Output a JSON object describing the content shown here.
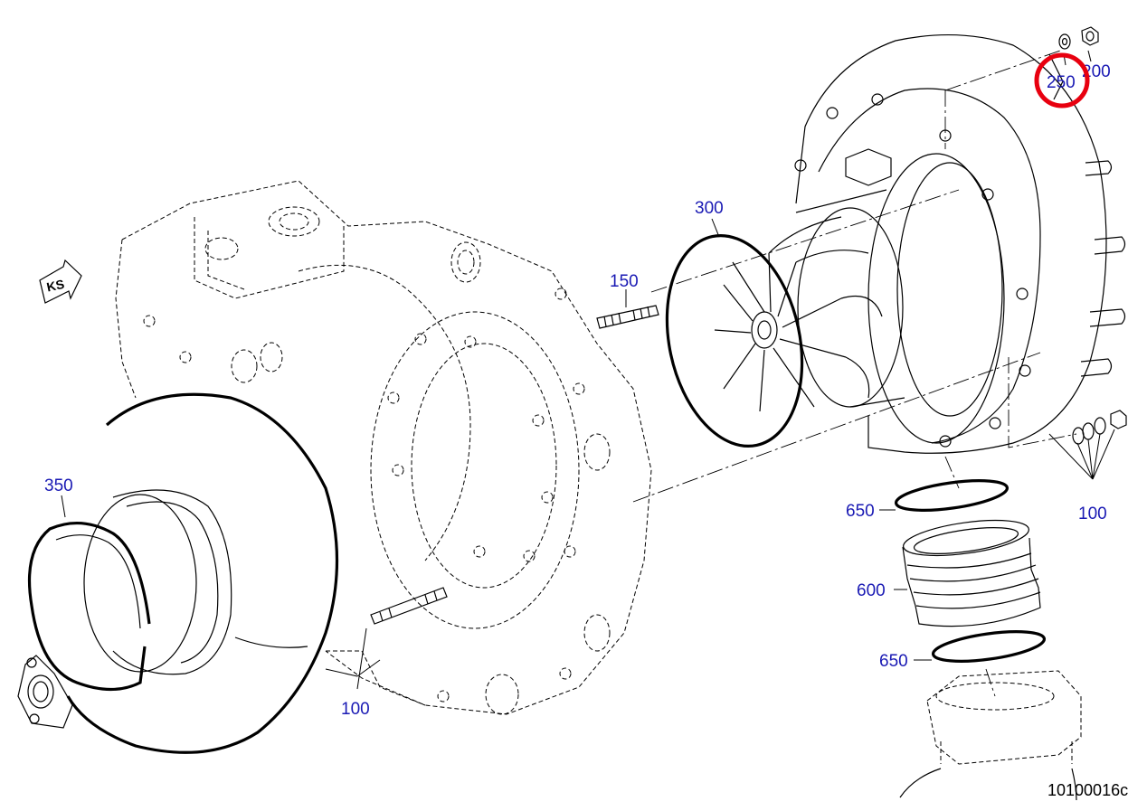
{
  "document_number": "10100016c",
  "direction_symbol": "KS",
  "highlight_color": "#e8000f",
  "callout_color": "#1a1ab4",
  "highlighted_callout": "250",
  "callouts": {
    "c250": "250",
    "c200": "200",
    "c300": "300",
    "c150": "150",
    "c350": "350",
    "c650_top": "650",
    "c600": "600",
    "c650_bottom": "650",
    "c100_right": "100",
    "c100_bottom": "100"
  }
}
